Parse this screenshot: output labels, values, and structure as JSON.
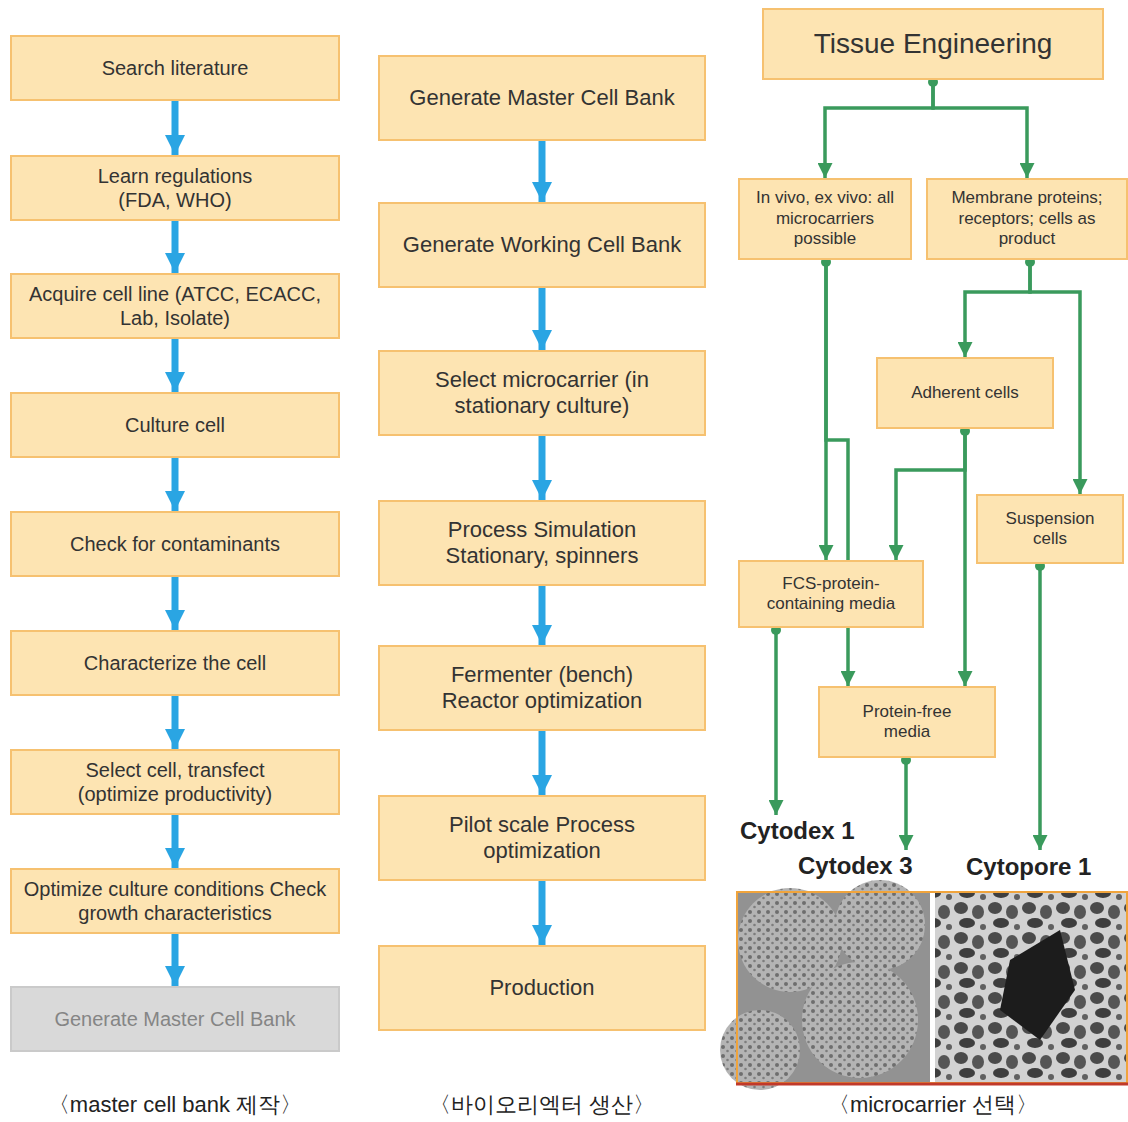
{
  "diagram": {
    "nodes": [
      {
        "text": [
          "Search literature"
        ]
      },
      {
        "text": [
          "Learn regulations (FDA, WHO)"
        ]
      },
      {
        "text": [
          "Acquire cell line (ATCC, ECACC, Lab, Isolate)"
        ]
      },
      {
        "text": [
          "Culture cell"
        ]
      },
      {
        "text": [
          "Check for contaminants"
        ]
      },
      {
        "text": [
          "Characterize the cell"
        ]
      },
      {
        "text": [
          "Select cell, transfect (optimize productivity)"
        ]
      },
      {
        "text": [
          "Optimize culture conditions Check growth characteristics"
        ]
      },
      {
        "text": [
          "Generate Master Cell Bank"
        ]
      },
      {
        "text": [
          "Generate Master Cell Bank"
        ]
      },
      {
        "text": [
          "Generate Working Cell Bank"
        ]
      },
      {
        "text": [
          "Select microcarrier (in stationary culture)"
        ]
      },
      {
        "text": [
          "Process Simulation Stationary, spinners"
        ]
      },
      {
        "text": [
          "Fermenter (bench) Reactor optimization"
        ]
      },
      {
        "text": [
          "Pilot scale Process optimization"
        ]
      },
      {
        "text": [
          "Production"
        ]
      },
      {
        "text": [
          "Tissue Engineering"
        ]
      },
      {
        "text": [
          "In vivo, ex vivo: all microcarriers possible"
        ]
      },
      {
        "text": [
          "Membrane proteins; receptors; cells as product"
        ]
      },
      {
        "text": [
          "Adherent cells"
        ]
      },
      {
        "text": [
          "Suspension cells"
        ]
      },
      {
        "text": [
          "FCS-protein-containing media"
        ]
      },
      {
        "text": [
          "Protein-free media"
        ]
      },
      {
        "text": [
          "Cytodex 1"
        ]
      },
      {
        "text": [
          "Cytodex 3"
        ]
      },
      {
        "text": [
          "Cytopore 1"
        ]
      }
    ],
    "edges": [
      {
        "from": 0,
        "to": 1,
        "arrow": "to"
      },
      {
        "from": 1,
        "to": 2,
        "arrow": "to"
      },
      {
        "from": 2,
        "to": 3,
        "arrow": "to"
      },
      {
        "from": 3,
        "to": 4,
        "arrow": "to"
      },
      {
        "from": 4,
        "to": 5,
        "arrow": "to"
      },
      {
        "from": 5,
        "to": 6,
        "arrow": "to"
      },
      {
        "from": 6,
        "to": 7,
        "arrow": "to"
      },
      {
        "from": 7,
        "to": 8,
        "arrow": "to"
      },
      {
        "from": 9,
        "to": 10,
        "arrow": "to"
      },
      {
        "from": 10,
        "to": 11,
        "arrow": "to"
      },
      {
        "from": 11,
        "to": 12,
        "arrow": "to"
      },
      {
        "from": 12,
        "to": 13,
        "arrow": "to"
      },
      {
        "from": 13,
        "to": 14,
        "arrow": "to"
      },
      {
        "from": 14,
        "to": 15,
        "arrow": "to"
      },
      {
        "from": 16,
        "to": 17,
        "arrow": "to"
      },
      {
        "from": 16,
        "to": 18,
        "arrow": "to"
      },
      {
        "from": 17,
        "to": 21,
        "arrow": "to"
      },
      {
        "from": 17,
        "to": 22,
        "arrow": "to"
      },
      {
        "from": 18,
        "to": 19,
        "arrow": "to"
      },
      {
        "from": 18,
        "to": 20,
        "arrow": "to"
      },
      {
        "from": 19,
        "to": 21,
        "arrow": "to"
      },
      {
        "from": 19,
        "to": 22,
        "arrow": "to"
      },
      {
        "from": 21,
        "to": 23,
        "arrow": "to"
      },
      {
        "from": 22,
        "to": 24,
        "arrow": "to"
      },
      {
        "from": 20,
        "to": 25,
        "arrow": "to"
      }
    ],
    "labels": [
      "〈master cell bank 제작〉",
      "〈바이오리엑터 생산〉",
      "〈microcarrier 선택〉"
    ]
  }
}
